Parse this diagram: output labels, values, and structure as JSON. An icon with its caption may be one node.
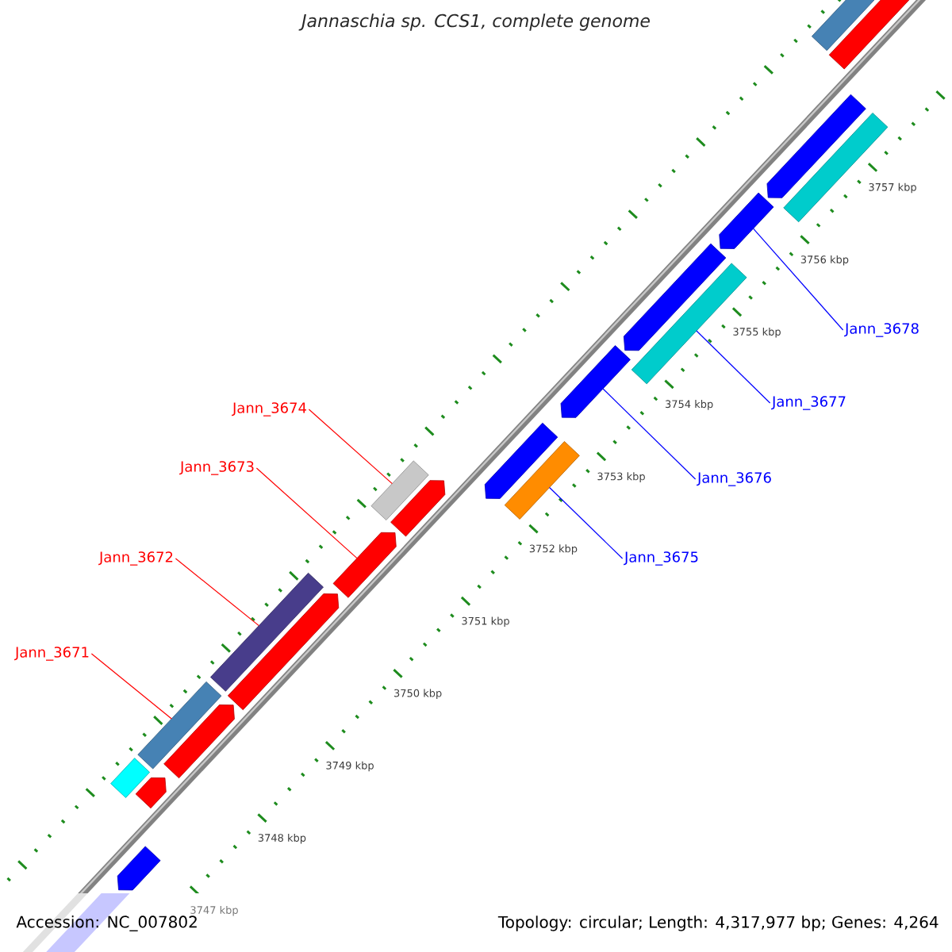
{
  "diagram": {
    "title": "Jannaschia sp. CCS1, complete genome",
    "nodes": [
      {
        "text": [
          "Jann_3678"
        ]
      },
      {
        "text": [
          "Jann_3677"
        ]
      },
      {
        "text": [
          "Jann_3674"
        ]
      },
      {
        "text": [
          "Jann_3673"
        ]
      },
      {
        "text": [
          "Jann_3676"
        ]
      },
      {
        "text": [
          "Jann_3672"
        ]
      },
      {
        "text": [
          "Jann_3675"
        ]
      },
      {
        "text": [
          "Jann_3671"
        ]
      },
      {
        "text": [],
        "shape": "arrow"
      },
      {
        "text": [],
        "shape": "bar"
      },
      {
        "text": [],
        "shape": "arrow"
      },
      {
        "text": [],
        "shape": "bar"
      },
      {
        "text": [],
        "shape": "arrow"
      },
      {
        "text": [],
        "shape": "arrow"
      },
      {
        "text": [],
        "shape": "bar"
      },
      {
        "text": [],
        "shape": "arrow"
      },
      {
        "text": [],
        "shape": "arrow"
      },
      {
        "text": [],
        "shape": "bar"
      },
      {
        "text": [],
        "shape": "arrow"
      },
      {
        "text": [],
        "shape": "bar"
      },
      {
        "text": [],
        "shape": "arrow"
      },
      {
        "text": [],
        "shape": "bar"
      },
      {
        "text": [],
        "shape": "arrow"
      },
      {
        "text": [],
        "shape": "arrow"
      },
      {
        "text": [],
        "shape": "bar"
      },
      {
        "text": [],
        "shape": "arrow"
      },
      {
        "text": [],
        "shape": "arrow"
      },
      {
        "text": [],
        "shape": "bar"
      }
    ],
    "edges": [
      {
        "from": 0,
        "to": 23,
        "arrow": "none",
        "color": "#0000ff"
      },
      {
        "from": 1,
        "to": 21,
        "arrow": "none",
        "color": "#0000ff"
      },
      {
        "from": 2,
        "to": 17,
        "arrow": "none",
        "color": "#ff0000"
      },
      {
        "from": 3,
        "to": 15,
        "arrow": "none",
        "color": "#ff0000"
      },
      {
        "from": 4,
        "to": 20,
        "arrow": "none",
        "color": "#0000ff"
      },
      {
        "from": 5,
        "to": 14,
        "arrow": "none",
        "color": "#ff0000"
      },
      {
        "from": 6,
        "to": 19,
        "arrow": "none",
        "color": "#0000ff"
      },
      {
        "from": 7,
        "to": 11,
        "arrow": "none",
        "color": "#ff0000"
      }
    ],
    "labels": [
      "3747 kbp",
      "3748 kbp",
      "3749 kbp",
      "3750 kbp",
      "3751 kbp",
      "3752 kbp",
      "3753 kbp",
      "3754 kbp",
      "3755 kbp",
      "3756 kbp",
      "3757 kbp",
      "Accession: NC_007802",
      "Topology: circular; Length: 4,317,977 bp; Genes: 4,264"
    ]
  }
}
